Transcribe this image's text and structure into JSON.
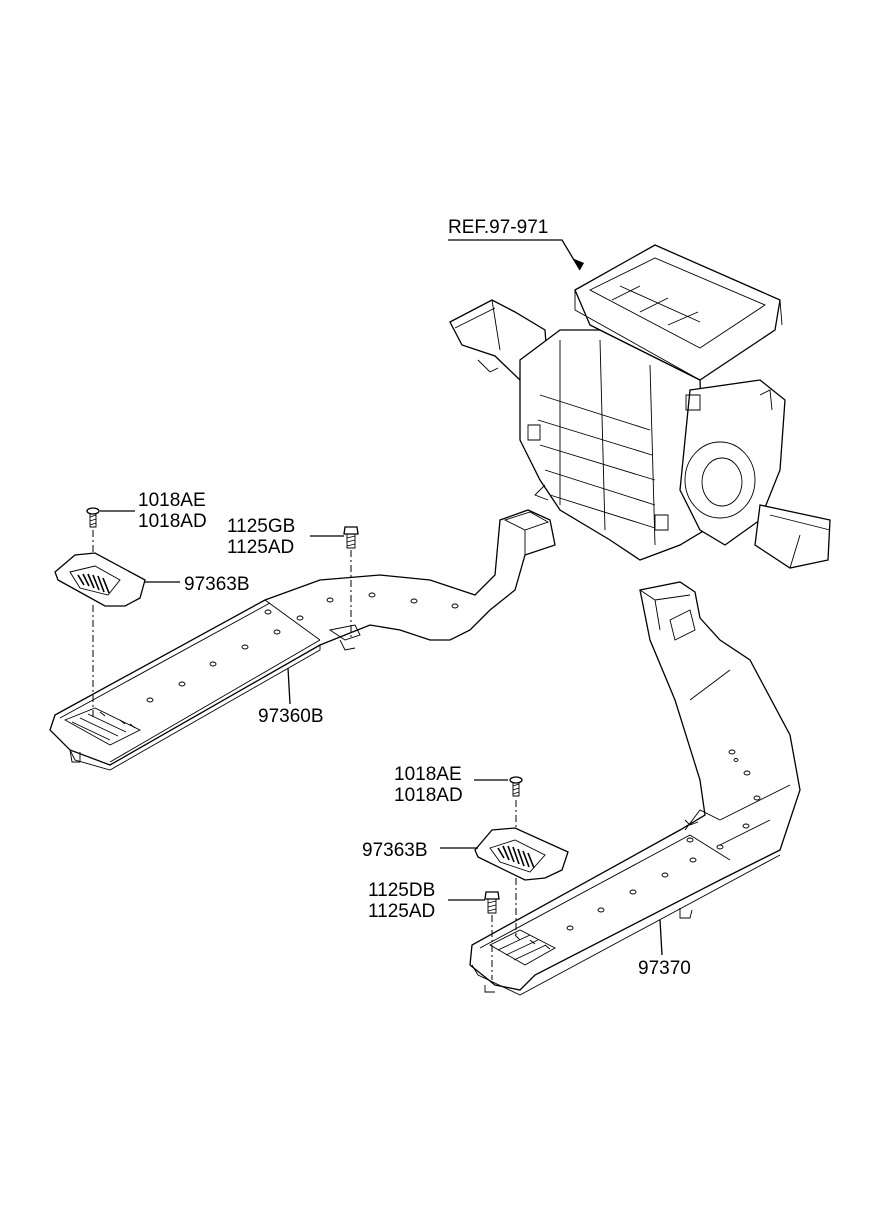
{
  "labels": {
    "ref": "REF.97-971",
    "top_screw_a": "1018AE",
    "top_screw_b": "1018AD",
    "top_bolt_a": "1125GB",
    "top_bolt_b": "1125AD",
    "top_grille": "97363B",
    "left_duct": "97360B",
    "bottom_screw_a": "1018AE",
    "bottom_screw_b": "1018AD",
    "bottom_grille": "97363B",
    "bottom_bolt_a": "1125DB",
    "bottom_bolt_b": "1125AD",
    "right_duct": "97370"
  },
  "colors": {
    "line": "#000000",
    "background": "#ffffff"
  }
}
